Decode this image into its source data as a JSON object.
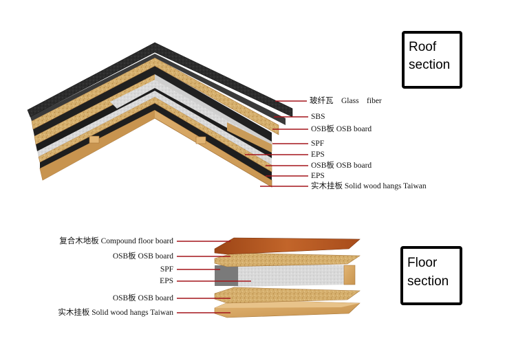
{
  "roof": {
    "title_line1": "Roof",
    "title_line2": "section",
    "labels": [
      "玻纤瓦　Glass　fiber",
      "SBS",
      "OSB板  OSB board",
      "SPF",
      "EPS",
      "OSB板  OSB board",
      "EPS",
      "实木挂板  Solid wood hangs Taiwan"
    ]
  },
  "floor": {
    "title_line1": "Floor",
    "title_line2": "section",
    "labels": [
      "复合木地板  Compound floor board",
      "OSB板  OSB board",
      "SPF",
      "EPS",
      "OSB板  OSB board",
      "实木挂板  Solid wood hangs Taiwan"
    ]
  },
  "colors": {
    "leader_line": "#a3141a",
    "shingle": "#2e2e2e",
    "osb": "#d9b77a",
    "osb_dark": "#b8894a",
    "eps": "#dcdcdc",
    "wood": "#d8a866",
    "compound": "#b5581f"
  }
}
